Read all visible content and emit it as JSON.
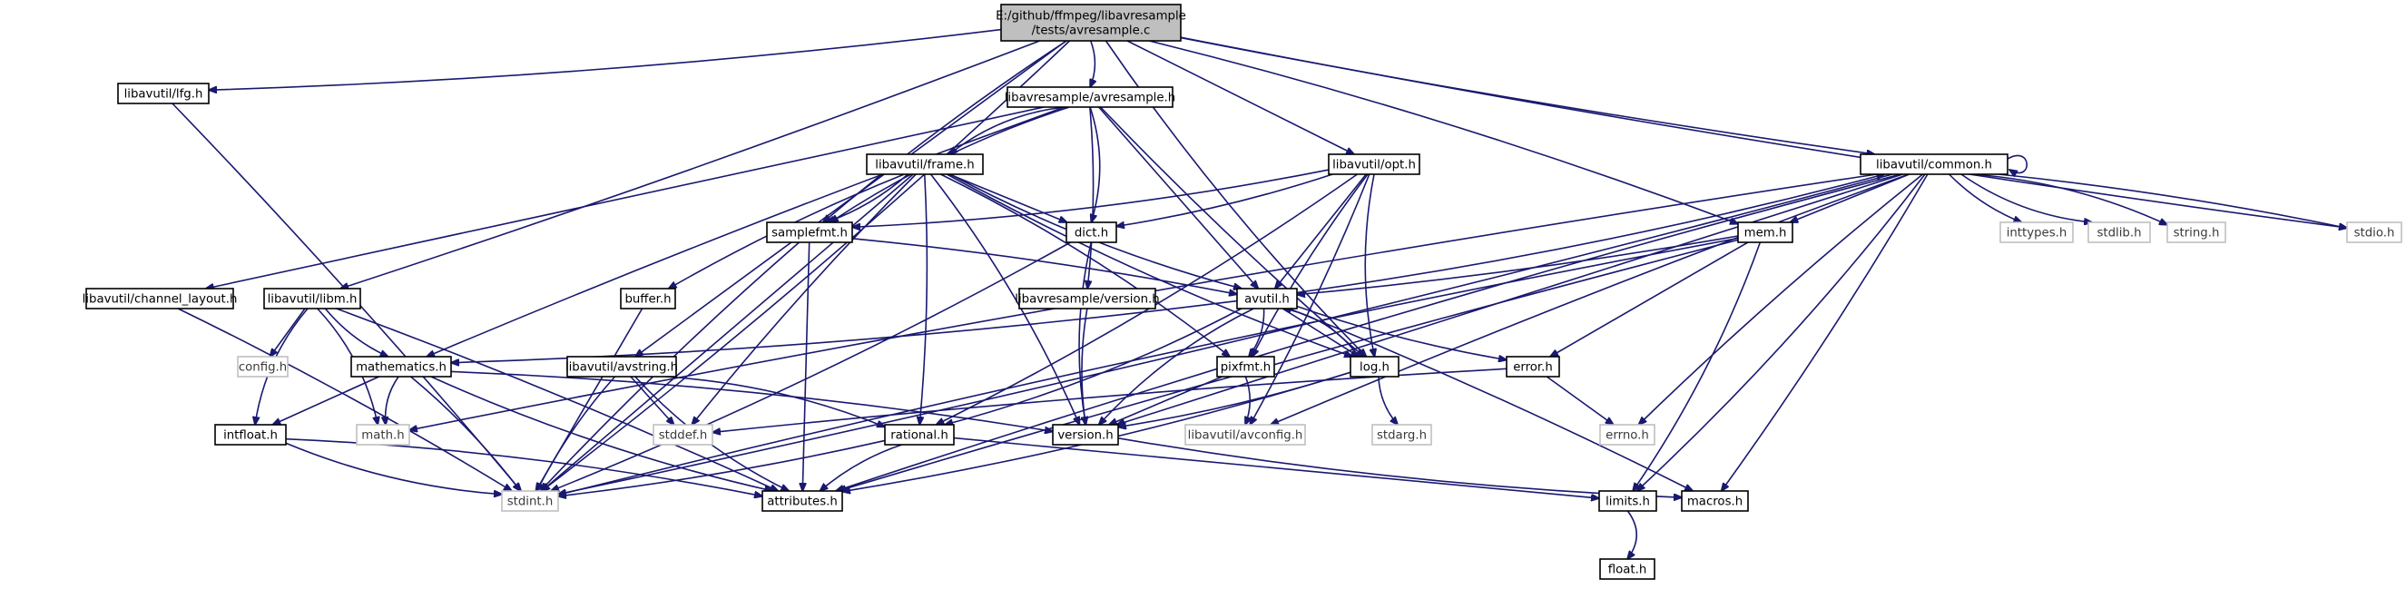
{
  "diagram": {
    "colors": {
      "edge": "#191970",
      "root_fill": "#bfbfbf",
      "internal_border": "#000000",
      "external_border": "#bfbfbf"
    },
    "nodes": [
      {
        "id": "root",
        "label": "E:/github/ffmpeg/libavresample\n/tests/avresample.c",
        "kind": "root"
      },
      {
        "id": "lfg",
        "label": "libavutil/lfg.h",
        "kind": "internal"
      },
      {
        "id": "avresample",
        "label": "libavresample/avresample.h",
        "kind": "internal"
      },
      {
        "id": "opt",
        "label": "libavutil/opt.h",
        "kind": "internal"
      },
      {
        "id": "common",
        "label": "libavutil/common.h",
        "kind": "internal"
      },
      {
        "id": "frame",
        "label": "libavutil/frame.h",
        "kind": "internal"
      },
      {
        "id": "samplefmt",
        "label": "samplefmt.h",
        "kind": "internal"
      },
      {
        "id": "dict",
        "label": "dict.h",
        "kind": "internal"
      },
      {
        "id": "mem",
        "label": "mem.h",
        "kind": "internal"
      },
      {
        "id": "inttypes",
        "label": "inttypes.h",
        "kind": "external"
      },
      {
        "id": "stdlib",
        "label": "stdlib.h",
        "kind": "external"
      },
      {
        "id": "string",
        "label": "string.h",
        "kind": "external"
      },
      {
        "id": "stdio",
        "label": "stdio.h",
        "kind": "external"
      },
      {
        "id": "channel_layout",
        "label": "libavutil/channel_layout.h",
        "kind": "internal"
      },
      {
        "id": "libm",
        "label": "libavutil/libm.h",
        "kind": "internal"
      },
      {
        "id": "buffer",
        "label": "buffer.h",
        "kind": "internal"
      },
      {
        "id": "avversion",
        "label": "libavresample/version.h",
        "kind": "internal"
      },
      {
        "id": "avutil",
        "label": "avutil.h",
        "kind": "internal"
      },
      {
        "id": "config",
        "label": "config.h",
        "kind": "external"
      },
      {
        "id": "mathematics",
        "label": "mathematics.h",
        "kind": "internal"
      },
      {
        "id": "avstring",
        "label": "libavutil/avstring.h",
        "kind": "internal"
      },
      {
        "id": "pixfmt",
        "label": "pixfmt.h",
        "kind": "internal"
      },
      {
        "id": "log",
        "label": "log.h",
        "kind": "internal"
      },
      {
        "id": "error",
        "label": "error.h",
        "kind": "internal"
      },
      {
        "id": "intfloat",
        "label": "intfloat.h",
        "kind": "internal"
      },
      {
        "id": "math",
        "label": "math.h",
        "kind": "external"
      },
      {
        "id": "stddef",
        "label": "stddef.h",
        "kind": "external"
      },
      {
        "id": "rational",
        "label": "rational.h",
        "kind": "internal"
      },
      {
        "id": "version",
        "label": "version.h",
        "kind": "internal"
      },
      {
        "id": "avconfig",
        "label": "libavutil/avconfig.h",
        "kind": "external"
      },
      {
        "id": "stdarg",
        "label": "stdarg.h",
        "kind": "external"
      },
      {
        "id": "errno",
        "label": "errno.h",
        "kind": "external"
      },
      {
        "id": "stdint",
        "label": "stdint.h",
        "kind": "external"
      },
      {
        "id": "attributes",
        "label": "attributes.h",
        "kind": "internal"
      },
      {
        "id": "limits",
        "label": "limits.h",
        "kind": "internal"
      },
      {
        "id": "macros",
        "label": "macros.h",
        "kind": "internal"
      },
      {
        "id": "float",
        "label": "float.h",
        "kind": "internal"
      }
    ],
    "edges": [
      [
        "root",
        "lfg"
      ],
      [
        "root",
        "avresample"
      ],
      [
        "root",
        "opt"
      ],
      [
        "root",
        "common"
      ],
      [
        "root",
        "stdio"
      ],
      [
        "root",
        "stdint"
      ],
      [
        "root",
        "libm"
      ],
      [
        "root",
        "avstring"
      ],
      [
        "root",
        "samplefmt"
      ],
      [
        "root",
        "log"
      ],
      [
        "root",
        "mem"
      ],
      [
        "lfg",
        "stdint"
      ],
      [
        "avresample",
        "channel_layout"
      ],
      [
        "avresample",
        "mathematics"
      ],
      [
        "avresample",
        "frame"
      ],
      [
        "avresample",
        "dict"
      ],
      [
        "avresample",
        "avversion"
      ],
      [
        "avresample",
        "avutil"
      ],
      [
        "avresample",
        "log"
      ],
      [
        "avresample",
        "samplefmt"
      ],
      [
        "opt",
        "samplefmt"
      ],
      [
        "opt",
        "dict"
      ],
      [
        "opt",
        "avutil"
      ],
      [
        "opt",
        "pixfmt"
      ],
      [
        "opt",
        "log"
      ],
      [
        "opt",
        "rational"
      ],
      [
        "opt",
        "avconfig"
      ],
      [
        "common",
        "common"
      ],
      [
        "common",
        "inttypes"
      ],
      [
        "common",
        "stdlib"
      ],
      [
        "common",
        "string"
      ],
      [
        "common",
        "stdio"
      ],
      [
        "common",
        "mem"
      ],
      [
        "common",
        "errno"
      ],
      [
        "common",
        "attributes"
      ],
      [
        "common",
        "limits"
      ],
      [
        "common",
        "macros"
      ],
      [
        "common",
        "version"
      ],
      [
        "common",
        "avconfig"
      ],
      [
        "common",
        "math"
      ],
      [
        "common",
        "stdint"
      ],
      [
        "frame",
        "samplefmt"
      ],
      [
        "frame",
        "dict"
      ],
      [
        "frame",
        "buffer"
      ],
      [
        "frame",
        "avutil"
      ],
      [
        "frame",
        "pixfmt"
      ],
      [
        "frame",
        "rational"
      ],
      [
        "frame",
        "stdint"
      ],
      [
        "frame",
        "stddef"
      ],
      [
        "frame",
        "log"
      ],
      [
        "frame",
        "version"
      ],
      [
        "samplefmt",
        "avutil"
      ],
      [
        "samplefmt",
        "attributes"
      ],
      [
        "samplefmt",
        "stdint"
      ],
      [
        "dict",
        "version"
      ],
      [
        "dict",
        "stdint"
      ],
      [
        "mem",
        "avutil"
      ],
      [
        "mem",
        "error"
      ],
      [
        "mem",
        "attributes"
      ],
      [
        "mem",
        "stdint"
      ],
      [
        "mem",
        "limits"
      ],
      [
        "channel_layout",
        "stdint"
      ],
      [
        "libm",
        "config"
      ],
      [
        "libm",
        "mathematics"
      ],
      [
        "libm",
        "intfloat"
      ],
      [
        "libm",
        "math"
      ],
      [
        "libm",
        "attributes"
      ],
      [
        "buffer",
        "stdint"
      ],
      [
        "avversion",
        "version"
      ],
      [
        "avutil",
        "common"
      ],
      [
        "avutil",
        "mathematics"
      ],
      [
        "avutil",
        "pixfmt"
      ],
      [
        "avutil",
        "log"
      ],
      [
        "avutil",
        "error"
      ],
      [
        "avutil",
        "version"
      ],
      [
        "avutil",
        "rational"
      ],
      [
        "avutil",
        "macros"
      ],
      [
        "mathematics",
        "intfloat"
      ],
      [
        "mathematics",
        "math"
      ],
      [
        "mathematics",
        "attributes"
      ],
      [
        "mathematics",
        "version"
      ],
      [
        "mathematics",
        "stdint"
      ],
      [
        "avstring",
        "stddef"
      ],
      [
        "avstring",
        "stdint"
      ],
      [
        "avstring",
        "attributes"
      ],
      [
        "avstring",
        "rational"
      ],
      [
        "pixfmt",
        "avconfig"
      ],
      [
        "pixfmt",
        "version"
      ],
      [
        "log",
        "stdarg"
      ],
      [
        "log",
        "avutil"
      ],
      [
        "log",
        "attributes"
      ],
      [
        "log",
        "version"
      ],
      [
        "error",
        "errno"
      ],
      [
        "error",
        "stddef"
      ],
      [
        "intfloat",
        "stdint"
      ],
      [
        "intfloat",
        "attributes"
      ],
      [
        "rational",
        "stdint"
      ],
      [
        "rational",
        "limits"
      ],
      [
        "rational",
        "attributes"
      ],
      [
        "version",
        "macros"
      ],
      [
        "limits",
        "float"
      ]
    ]
  }
}
